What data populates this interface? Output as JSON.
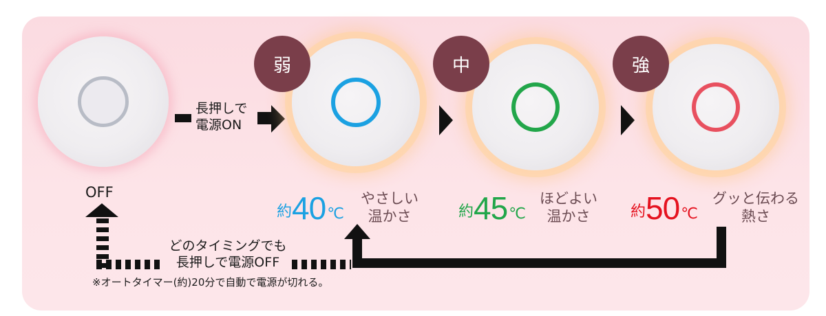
{
  "colors": {
    "card_background": "#fde4e8",
    "badge": "#7a3e4a",
    "low": "#1ba1e2",
    "mid": "#22a64a",
    "high": "#e5121f",
    "off_ring": "#b8bcc6",
    "description_text": "#6b4b52"
  },
  "off_state": {
    "label": "OFF"
  },
  "power_on": {
    "line1": "長押しで",
    "line2": "電源ON"
  },
  "levels": [
    {
      "badge": "弱",
      "ring_color": "#1ba1e2",
      "temp_prefix": "約",
      "temp_value": "40",
      "temp_unit": "℃",
      "desc_line1": "やさしい",
      "desc_line2": "温かさ"
    },
    {
      "badge": "中",
      "ring_color": "#22a64a",
      "temp_prefix": "約",
      "temp_value": "45",
      "temp_unit": "℃",
      "desc_line1": "ほどよい",
      "desc_line2": "温かさ"
    },
    {
      "badge": "強",
      "ring_color": "#e8505f",
      "temp_prefix": "約",
      "temp_value": "50",
      "temp_unit": "℃",
      "desc_line1": "グッと伝わる",
      "desc_line2": "熱さ"
    }
  ],
  "power_off": {
    "line1": "どのタイミングでも",
    "line2": "長押しで電源OFF",
    "note": "※オートタイマー(約)20分で自動で電源が切れる。"
  }
}
